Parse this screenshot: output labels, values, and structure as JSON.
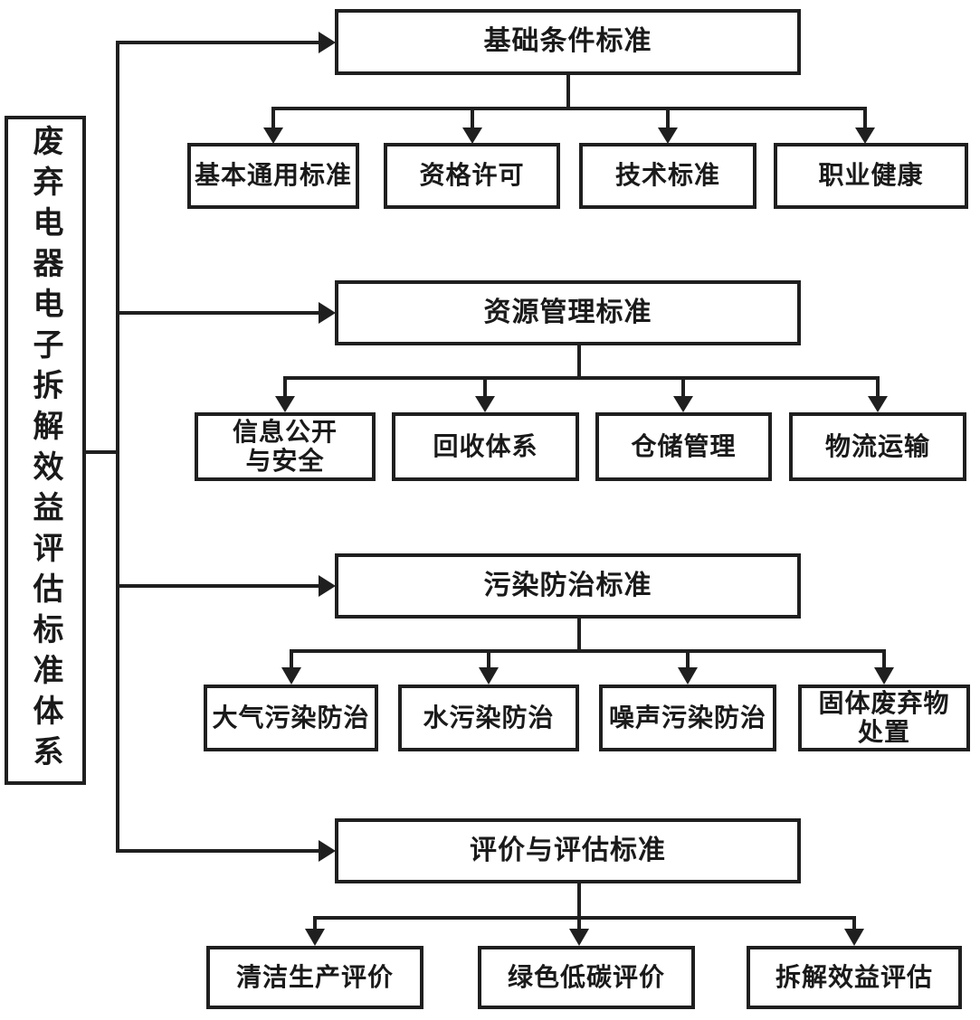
{
  "diagram": {
    "root": {
      "label": "废弃电器电子拆解效益评估标准体系"
    },
    "groups": [
      {
        "label": "基础条件标准",
        "children": [
          {
            "label": "基本通用标准"
          },
          {
            "label": "资格许可"
          },
          {
            "label": "技术标准"
          },
          {
            "label": "职业健康"
          }
        ]
      },
      {
        "label": "资源管理标准",
        "children": [
          {
            "label": "信息公开\n与安全"
          },
          {
            "label": "回收体系"
          },
          {
            "label": "仓储管理"
          },
          {
            "label": "物流运输"
          }
        ]
      },
      {
        "label": "污染防治标准",
        "children": [
          {
            "label": "大气污染防治"
          },
          {
            "label": "水污染防治"
          },
          {
            "label": "噪声污染防治"
          },
          {
            "label": "固体废弃物\n处置"
          }
        ]
      },
      {
        "label": "评价与评估标准",
        "children": [
          {
            "label": "清洁生产评价"
          },
          {
            "label": "绿色低碳评价"
          },
          {
            "label": "拆解效益评估"
          }
        ]
      }
    ],
    "colors": {
      "line": "#1f1f1f",
      "box_border": "#1f1f1f",
      "background": "#ffffff",
      "text": "#1a1a1a"
    }
  }
}
